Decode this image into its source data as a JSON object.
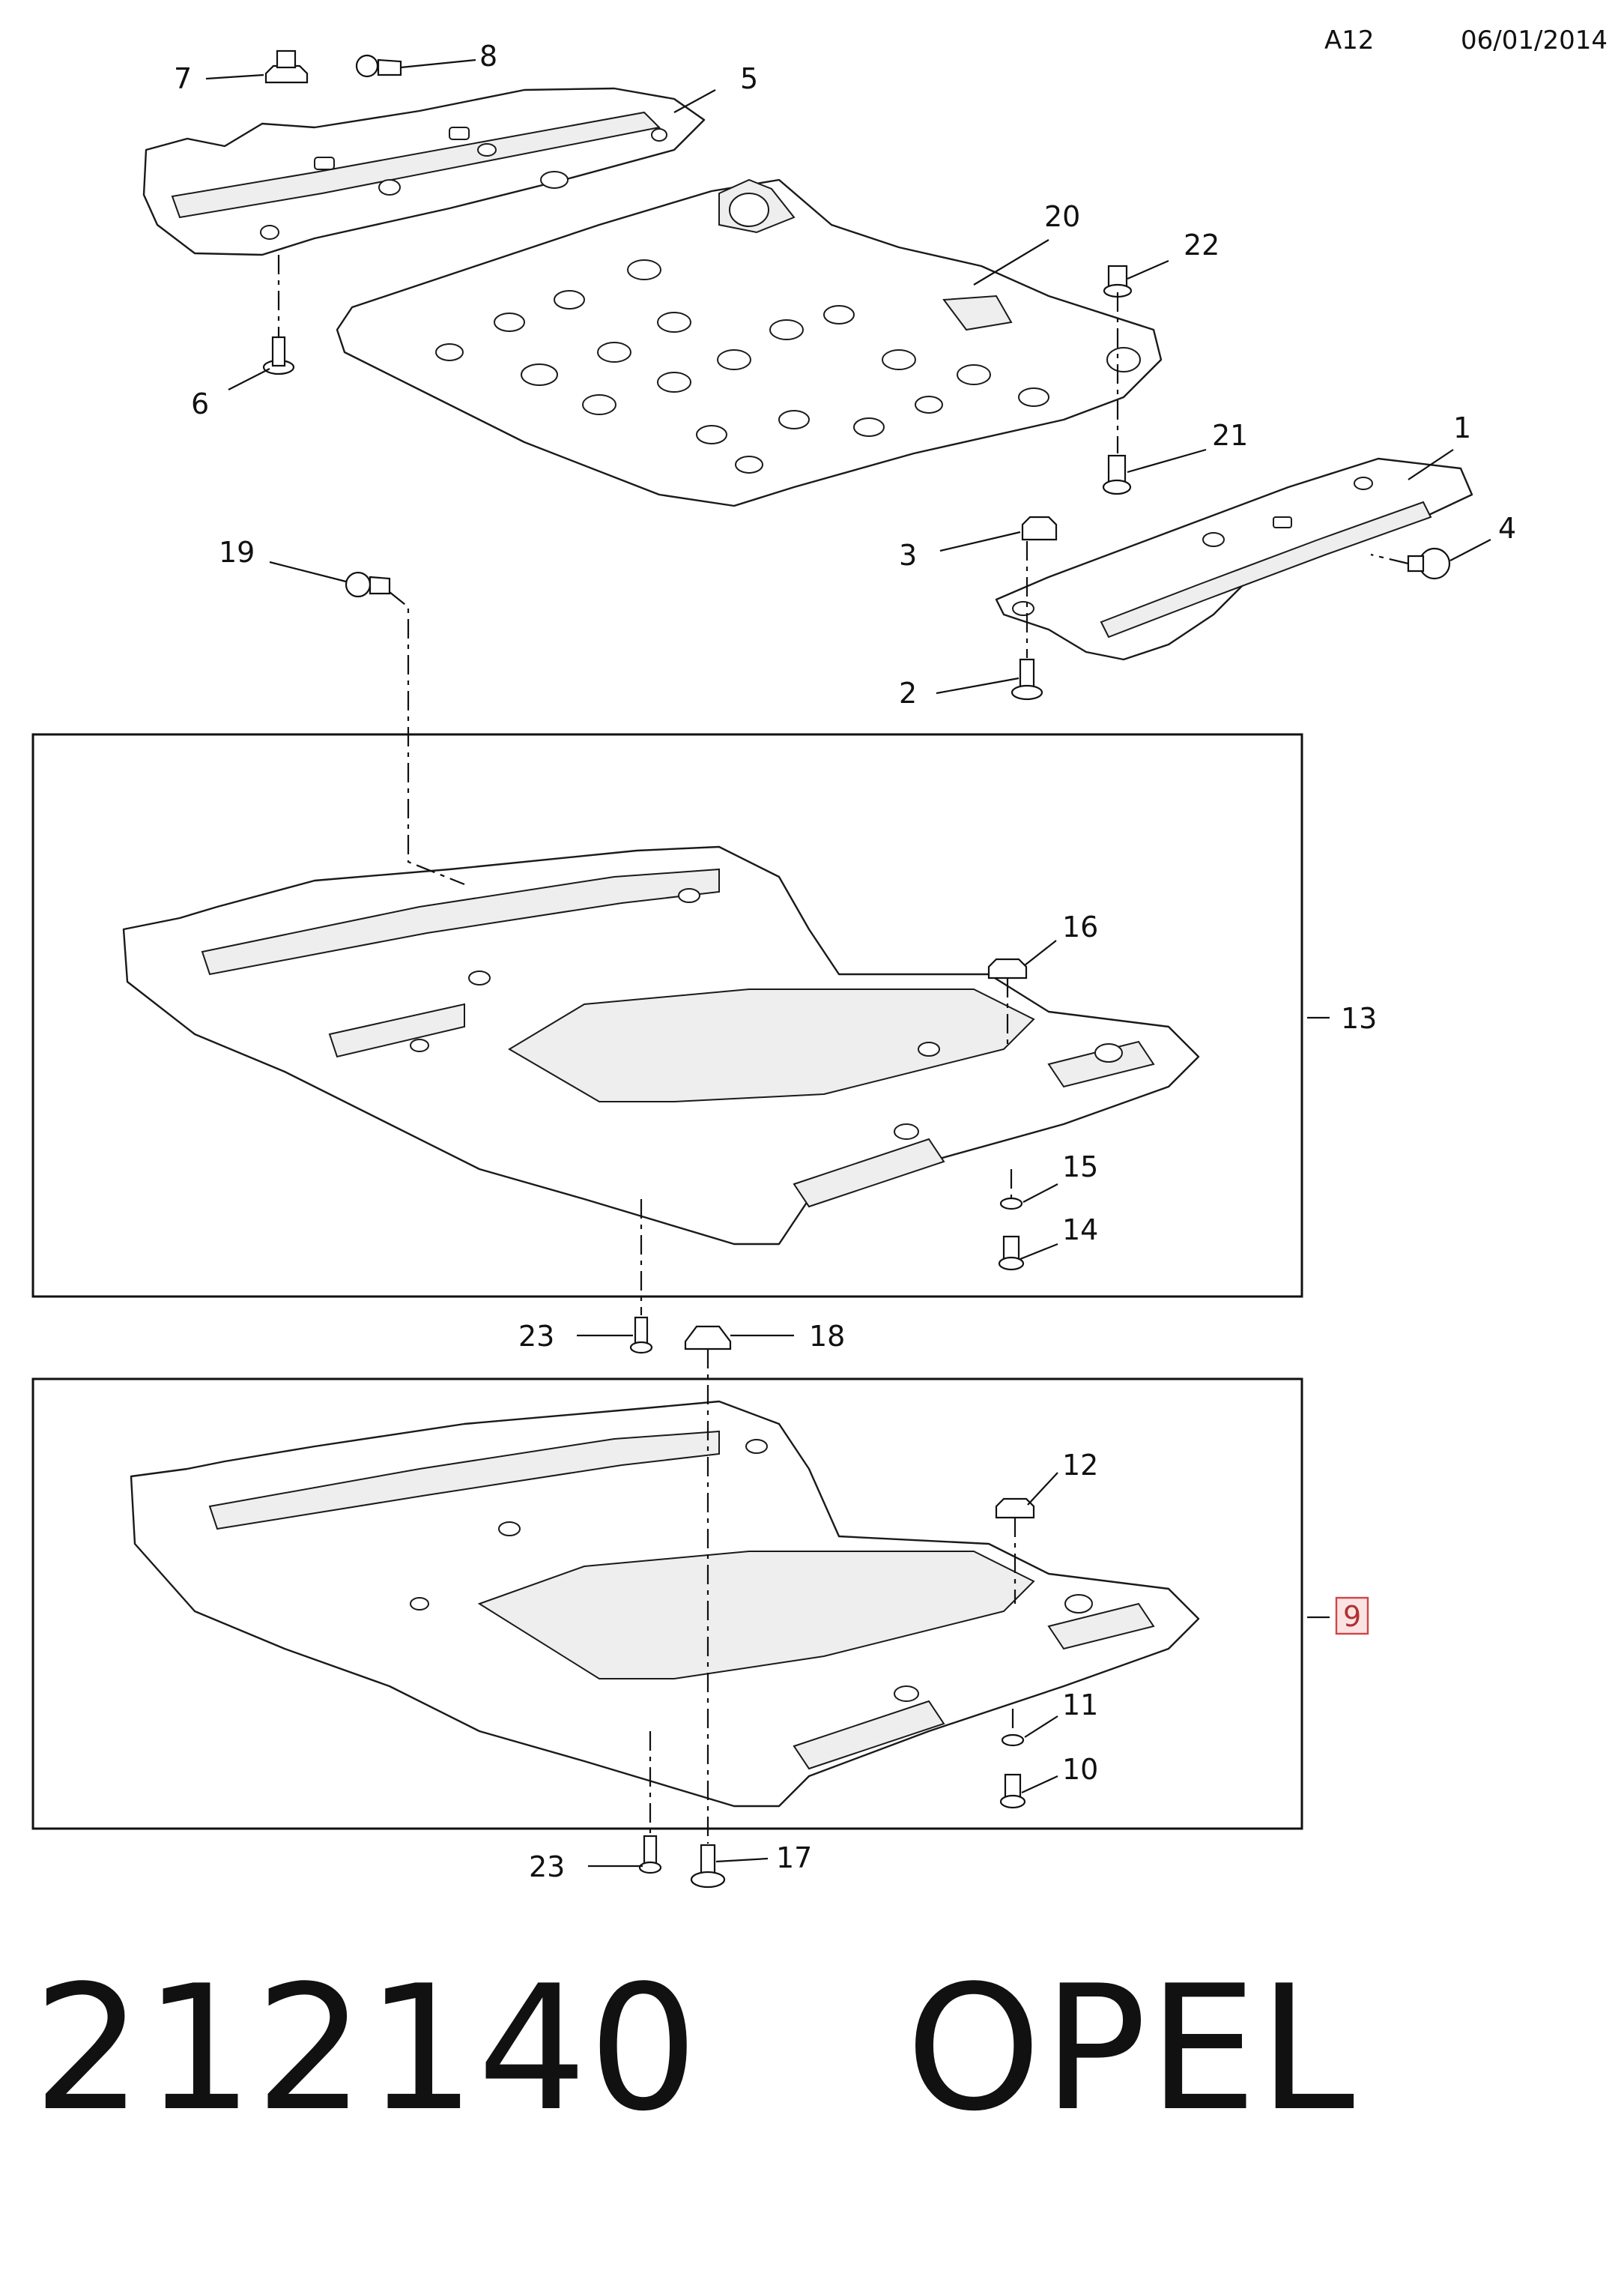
{
  "header": {
    "page_code": "A12",
    "date": "06/01/2014"
  },
  "callouts": {
    "c1": "1",
    "c2": "2",
    "c3": "3",
    "c4": "4",
    "c5": "5",
    "c6": "6",
    "c7": "7",
    "c8": "8",
    "c9": "9",
    "c10": "10",
    "c11": "11",
    "c12": "12",
    "c13": "13",
    "c14": "14",
    "c15": "15",
    "c16": "16",
    "c17": "17",
    "c18": "18",
    "c19": "19",
    "c20": "20",
    "c21": "21",
    "c22": "22",
    "c23a": "23",
    "c23b": "23"
  },
  "highlighted_callout": "9",
  "footer": {
    "part_number": "212140",
    "brand": "OPEL"
  }
}
